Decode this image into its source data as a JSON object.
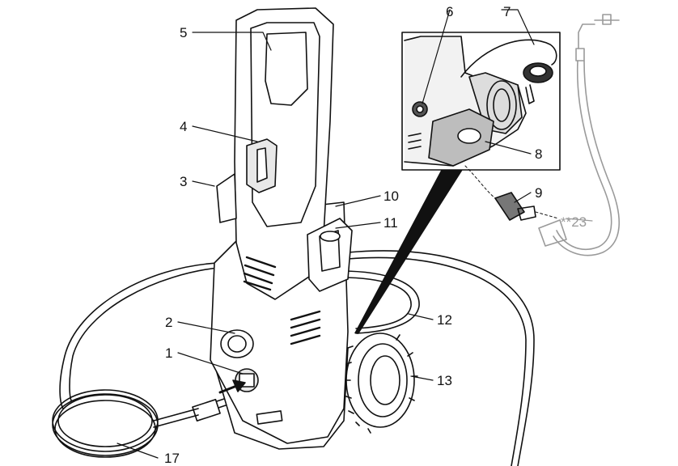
{
  "callouts": {
    "c1": "1",
    "c2": "2",
    "c3": "3",
    "c4": "4",
    "c5": "5",
    "c6": "6",
    "c7": "7",
    "c8": "8",
    "c9": "9",
    "c10": "10",
    "c11": "11",
    "c12": "12",
    "c13": "13",
    "c17": "17",
    "c23": "**23"
  },
  "colors": {
    "line": "#111111",
    "faint": "#9a9a9a",
    "shade": "#cfcfcf",
    "dark": "#555555"
  }
}
